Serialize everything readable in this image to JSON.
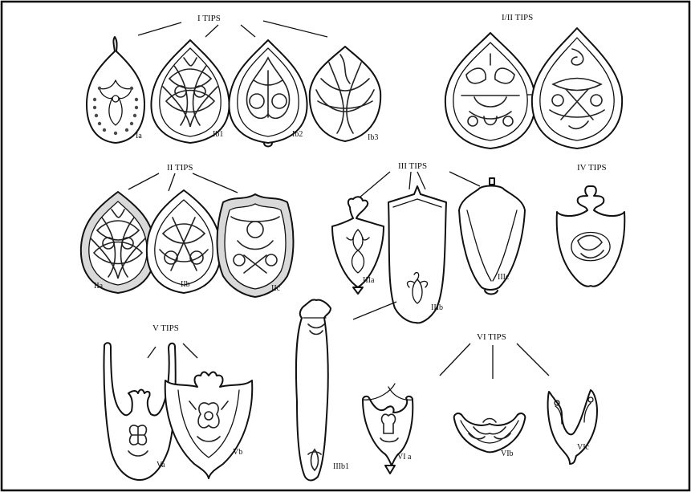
{
  "groups": {
    "g1": "I TIPS",
    "g12": "I/II TIPS",
    "g2": "II TIPS",
    "g3": "III  TIPS",
    "g4": "IV TIPS",
    "g5": "V  TIPS",
    "g6": "VI TIPS"
  },
  "labels": {
    "Ia": "Ia",
    "Ib1": "Ib1",
    "Ib2": "Ib2",
    "Ib3": "Ib3",
    "IIa": "IIa",
    "IIb": "IIb",
    "IIc": "IIc",
    "IIIa": "IIIa",
    "IIIb": "IIIb",
    "IIIc": "IIIc",
    "IIIb1": "IIIb1",
    "Va": "Va",
    "Vb": "Vb",
    "VIa": "VI a",
    "VIb": "VIb",
    "VIc": "VIc"
  }
}
